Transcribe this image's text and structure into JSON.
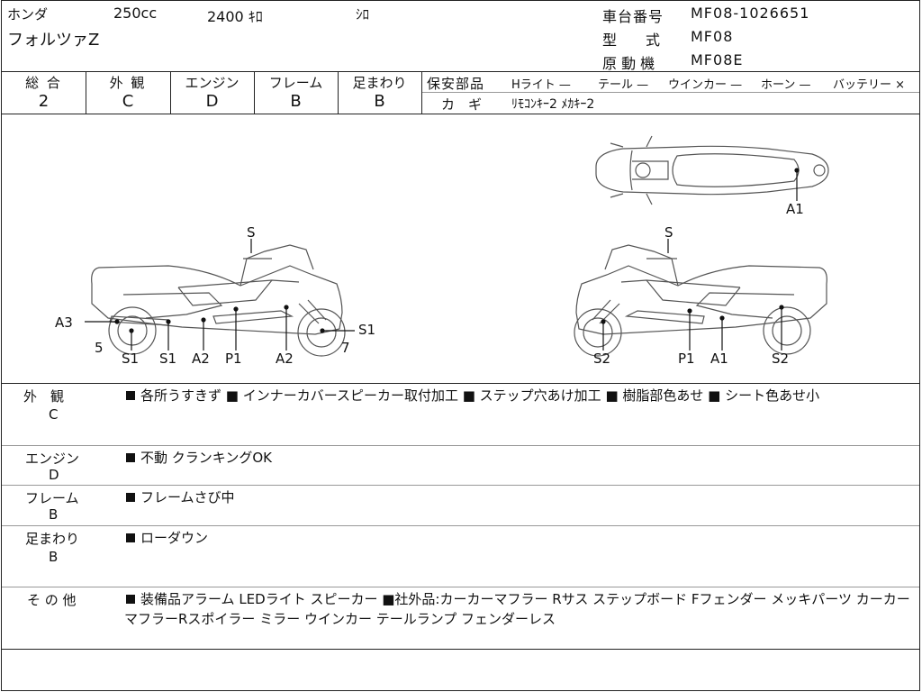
{
  "header": {
    "maker": "ホンダ",
    "displacement": "250cc",
    "mileage": "2400 ｷﾛ",
    "color": "ｼﾛ",
    "model_name": "フォルツァZ",
    "frame_label": "車台番号",
    "frame_no": "MF08-1026651",
    "type_label": "型　　式",
    "type_value": "MF08",
    "engine_label": "原 動 機",
    "engine_value": "MF08E"
  },
  "grades": [
    {
      "label": "総 合",
      "value": "2"
    },
    {
      "label": "外 観",
      "value": "C"
    },
    {
      "label": "エンジン",
      "value": "D"
    },
    {
      "label": "フレーム",
      "value": "B"
    },
    {
      "label": "足まわり",
      "value": "B"
    }
  ],
  "security": {
    "label": "保安部品",
    "items": [
      {
        "name": "Hライト",
        "mark": "—"
      },
      {
        "name": "テール",
        "mark": "—"
      },
      {
        "name": "ウインカー",
        "mark": "—"
      },
      {
        "name": "ホーン",
        "mark": "—"
      },
      {
        "name": "バッテリー",
        "mark": "×"
      }
    ],
    "key_label": "カ　ギ",
    "keys": "ﾘﾓｺﾝｷｰ2  ﾒｶｷｰ2"
  },
  "diagram": {
    "left_top": "S",
    "right_top": "S",
    "top_view": "A1",
    "left_labels": [
      "A3",
      "5",
      "S1",
      "S1",
      "A2",
      "P1",
      "A2",
      "S1",
      "7"
    ],
    "right_labels": [
      "S2",
      "P1",
      "A1",
      "S2"
    ]
  },
  "remarks": [
    {
      "category": "外　観",
      "grade": "C",
      "text": "各所うすきず ■ インナーカバースピーカー取付加工 ■ ステップ穴あけ加工 ■ 樹脂部色あせ ■ シート色あせ小"
    },
    {
      "category": "エンジン",
      "grade": "D",
      "text": "不動 クランキングOK"
    },
    {
      "category": "フレーム",
      "grade": "B",
      "text": "フレームさび中"
    },
    {
      "category": "足まわり",
      "grade": "B",
      "text": "ローダウン"
    },
    {
      "category": "そ の 他",
      "grade": "",
      "text": "装備品アラーム LEDライト スピーカー ■社外品:カーカーマフラー Rサス ステップボード Fフェンダー メッキパーツ カーカーマフラーRスポイラー ミラー ウインカー テールランプ フェンダーレス"
    }
  ]
}
